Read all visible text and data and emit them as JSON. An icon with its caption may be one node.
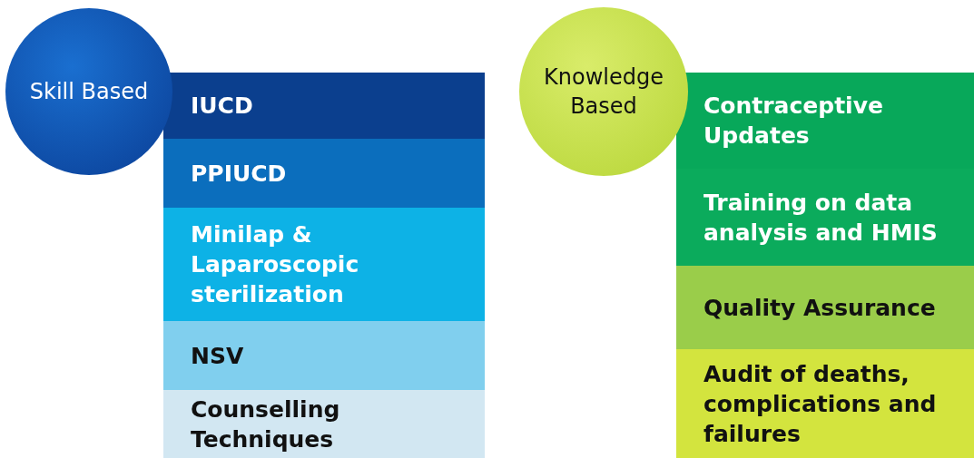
{
  "diagram": {
    "nodes": [
      {
        "text": [
          "Skill Based"
        ]
      },
      {
        "text": [
          "IUCD"
        ]
      },
      {
        "text": [
          "PPIUCD"
        ]
      },
      {
        "text": [
          "Minilap & Laparoscopic sterilization"
        ]
      },
      {
        "text": [
          "NSV"
        ]
      },
      {
        "text": [
          "Counselling Techniques"
        ]
      },
      {
        "text": [
          "Knowledge Based"
        ]
      },
      {
        "text": [
          "Contraceptive Updates"
        ]
      },
      {
        "text": [
          "Training on data analysis and HMIS"
        ]
      },
      {
        "text": [
          "Quality Assurance"
        ]
      },
      {
        "text": [
          "Audit of deaths, complications and failures"
        ]
      }
    ]
  }
}
